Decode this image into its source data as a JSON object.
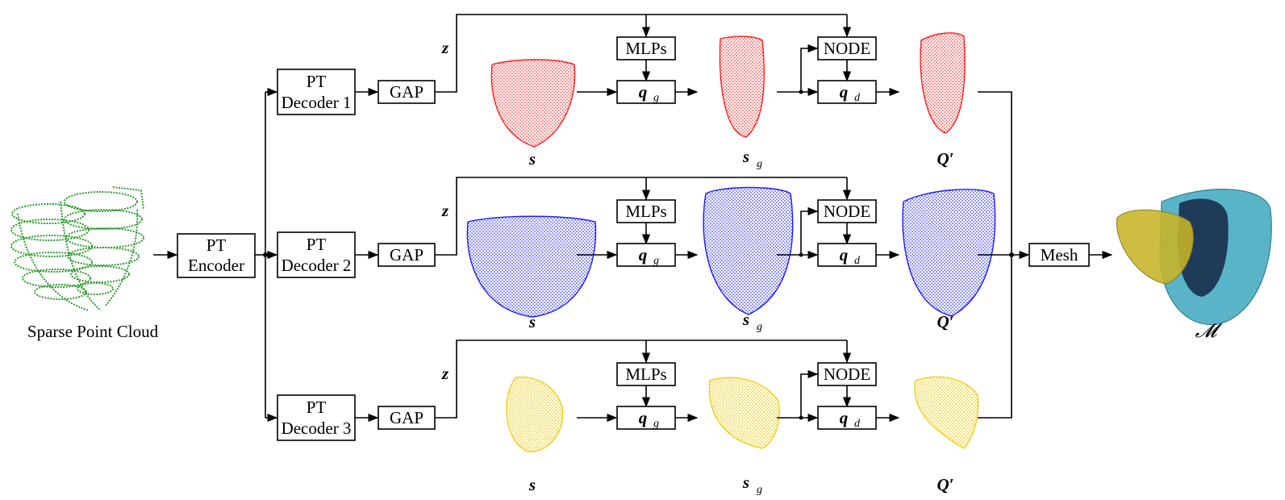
{
  "input": {
    "label": "Sparse Point Cloud",
    "color": "#2e9a2e"
  },
  "encoder": {
    "line1": "PT",
    "line2": "Encoder"
  },
  "branches": [
    {
      "decoder_line1": "PT",
      "decoder_line2": "Decoder 1",
      "gap": "GAP",
      "z": "z",
      "mlps": "MLPs",
      "qg": "q",
      "qg_sub": "g",
      "node": "NODE",
      "qd": "q",
      "qd_sub": "d",
      "s": "s",
      "sg": "s",
      "sg_sub": "g",
      "Q": "Q′",
      "color": "#ff1a1a"
    },
    {
      "decoder_line1": "PT",
      "decoder_line2": "Decoder 2",
      "gap": "GAP",
      "z": "z",
      "mlps": "MLPs",
      "qg": "q",
      "qg_sub": "g",
      "node": "NODE",
      "qd": "q",
      "qd_sub": "d",
      "s": "s",
      "sg": "s",
      "sg_sub": "g",
      "Q": "Q′",
      "color": "#1a1aff"
    },
    {
      "decoder_line1": "PT",
      "decoder_line2": "Decoder 3",
      "gap": "GAP",
      "z": "z",
      "mlps": "MLPs",
      "qg": "q",
      "qg_sub": "g",
      "node": "NODE",
      "qd": "q",
      "qd_sub": "d",
      "s": "s",
      "sg": "s",
      "sg_sub": "g",
      "Q": "Q′",
      "color": "#f0cf1a"
    }
  ],
  "mesh": {
    "label": "Mesh"
  },
  "output": {
    "label": "𝓜",
    "colors": {
      "outer": "#5ab4c8",
      "inner": "#1e3c5a",
      "side": "#c8b428"
    }
  }
}
